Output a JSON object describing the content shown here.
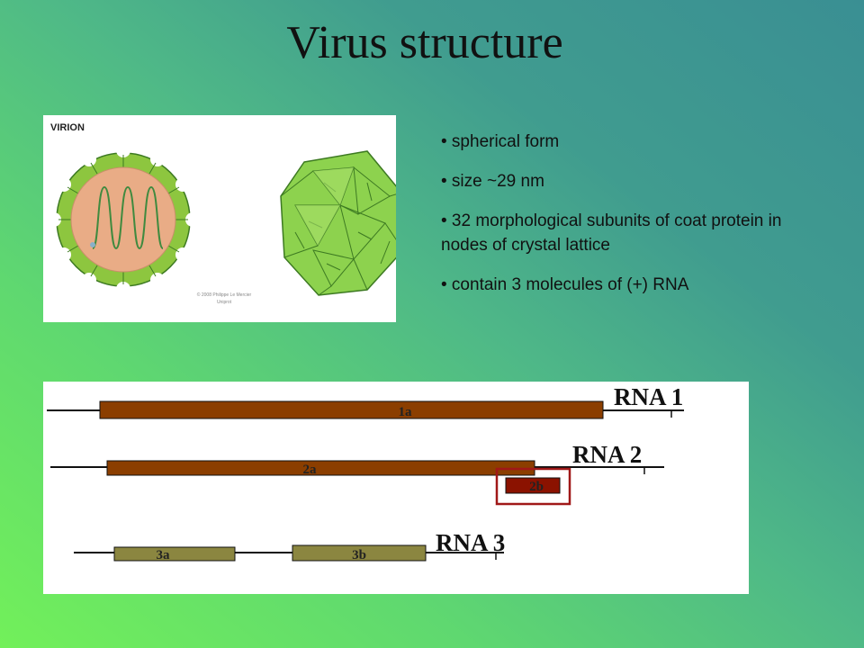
{
  "slide": {
    "title": "Virus structure"
  },
  "virion_panel": {
    "label": "VIRION",
    "credit_line1": "© 2008 Philippe Le Mercier",
    "credit_line2": "Uniprot"
  },
  "bullets": [
    "• spherical form",
    "• size ~29 nm",
    "• 32 morphological subunits of coat protein in nodes of crystal lattice",
    "• contain 3 molecules of (+) RNA"
  ],
  "rna_diagram": {
    "colors": {
      "orf_brown": "#8b3e00",
      "orf_red": "#8b1200",
      "orf_olive": "#8b8640",
      "highlight_box": "#a01818"
    },
    "rna1": {
      "name": "RNA 1",
      "orfs": [
        "1a"
      ]
    },
    "rna2": {
      "name": "RNA 2",
      "orfs": [
        "2a",
        "2b"
      ]
    },
    "rna3": {
      "name": "RNA 3",
      "orfs": [
        "3a",
        "3b"
      ]
    }
  }
}
